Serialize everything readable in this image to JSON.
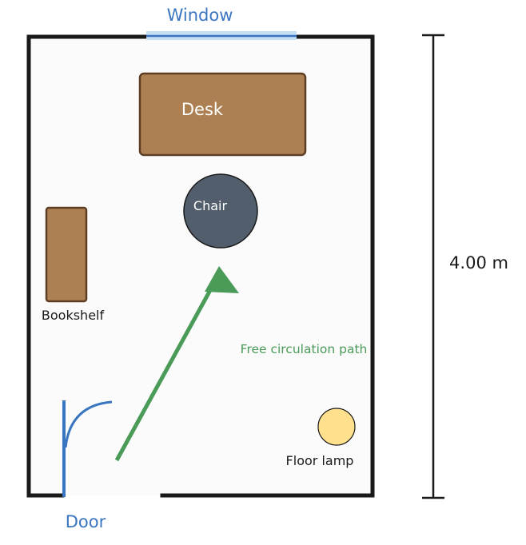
{
  "labels": {
    "window": "Window",
    "desk": "Desk",
    "chair": "Chair",
    "bookshelf": "Bookshelf",
    "path": "Free circulation path",
    "floor_lamp": "Floor lamp",
    "door": "Door",
    "dimension": "4.00 m"
  },
  "colors": {
    "wall": "#1a1a1a",
    "floor": "#fbfbfb",
    "window": "#c5def2",
    "wood": "#ad8053",
    "wood_edge": "#5e3d25",
    "chair": "#525e6c",
    "lamp": "#ffe08c",
    "door": "#3a75c0",
    "path": "#4a9a58",
    "label_blue": "#3a75c0",
    "label_dark": "#1a1a1a",
    "label_light": "#ffffff"
  }
}
